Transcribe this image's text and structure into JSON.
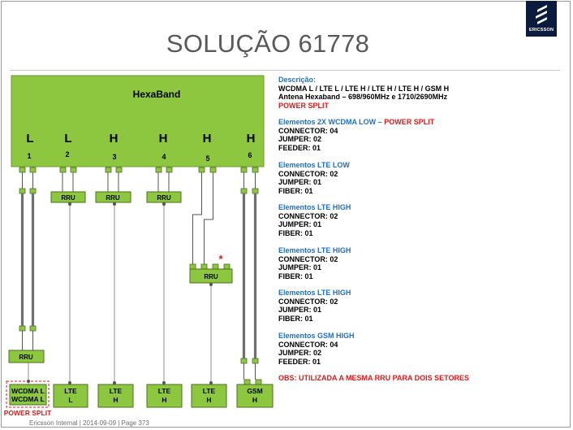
{
  "title": "SOLUÇÃO 61778",
  "logo": {
    "text": "ERICSSON",
    "icon": "ericsson-logo-icon"
  },
  "colors": {
    "green": "#8dc63f",
    "accent_blue": "#1f6fc6",
    "accent_red": "#e01818",
    "logo_bg": "#0a1b3d"
  },
  "antenna": {
    "name": "HexaBand",
    "bands": [
      "L",
      "L",
      "H",
      "H",
      "H",
      "H"
    ],
    "ports": [
      "1",
      "2",
      "3",
      "4",
      "5",
      "6"
    ]
  },
  "rru_label": "RRU",
  "asterisk": "*",
  "sectors": [
    {
      "line1": "WCDMA L",
      "line2": "WCDMA L"
    },
    {
      "line1": "LTE",
      "line2": "L"
    },
    {
      "line1": "LTE",
      "line2": "H"
    },
    {
      "line1": "LTE",
      "line2": "H"
    },
    {
      "line1": "LTE",
      "line2": "H"
    },
    {
      "line1": "GSM",
      "line2": "H"
    }
  ],
  "power_split_label": "POWER SPLIT",
  "description": {
    "heading": "Descrição:",
    "line1": "WCDMA L / LTE L / LTE H / LTE H / LTE H / GSM H",
    "line2": "Antena Hexaband – 698/960MHz  e  1710/2690MHz",
    "line3": "POWER SPLIT"
  },
  "elements": [
    {
      "title": "Elementos 2X WCDMA LOW – ",
      "title_red": "POWER SPLIT",
      "lines": [
        "CONNECTOR: 04",
        "JUMPER: 02",
        "FEEDER: 01"
      ]
    },
    {
      "title": "Elementos LTE LOW",
      "title_red": "",
      "lines": [
        "CONNECTOR: 02",
        "JUMPER: 01",
        "FIBER: 01"
      ]
    },
    {
      "title": "Elementos LTE HIGH",
      "title_red": "",
      "lines": [
        "CONNECTOR: 02",
        "JUMPER: 01",
        "FIBER: 01"
      ]
    },
    {
      "title": "Elementos LTE HIGH",
      "title_red": "",
      "lines": [
        "CONNECTOR: 02",
        "JUMPER: 01",
        "FIBER: 01"
      ]
    },
    {
      "title": "Elementos LTE HIGH",
      "title_red": "",
      "lines": [
        "CONNECTOR: 02",
        "JUMPER: 01",
        "FIBER: 01"
      ]
    },
    {
      "title": "Elementos GSM HIGH",
      "title_red": "",
      "lines": [
        "CONNECTOR: 04",
        "JUMPER: 02",
        "FEEDER: 01"
      ]
    }
  ],
  "obs": "OBS: UTILIZADA A MESMA RRU PARA DOIS SETORES",
  "footer": "Ericsson Internal  |  2014-09-09  |  Page 373"
}
